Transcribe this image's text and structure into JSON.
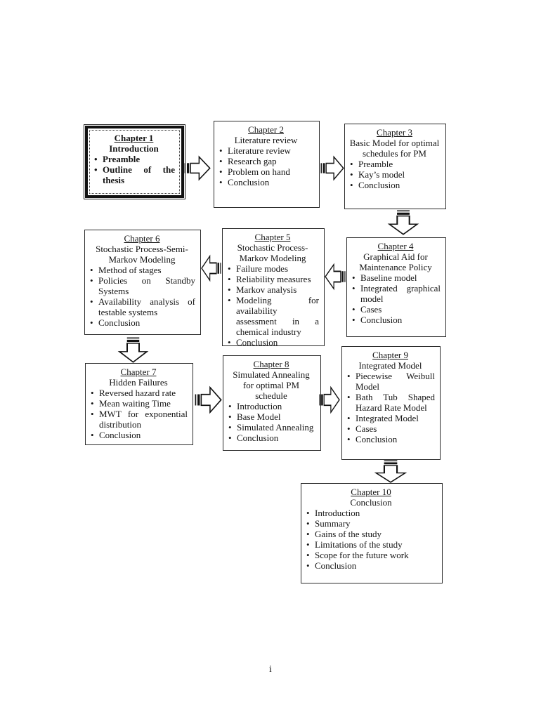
{
  "page": {
    "number": "i"
  },
  "diagram": {
    "chapters": [
      {
        "title": "Chapter 1",
        "subtitle": "Introduction",
        "bullets": [
          "Preamble",
          "Outline of the thesis"
        ]
      },
      {
        "title": "Chapter 2",
        "subtitle": "Literature review",
        "bullets": [
          "Literature review",
          "Research gap",
          "Problem on hand",
          "Conclusion"
        ]
      },
      {
        "title": "Chapter 3",
        "subtitle": "Basic Model for optimal schedules for PM",
        "bullets": [
          "Preamble",
          "Kay’s model",
          "Conclusion"
        ]
      },
      {
        "title": "Chapter 4",
        "subtitle": "Graphical Aid for Maintenance Policy",
        "bullets": [
          "Baseline model",
          "Integrated graphical model",
          "Cases",
          "Conclusion"
        ]
      },
      {
        "title": "Chapter 5",
        "subtitle": "Stochastic Process-Markov Modeling",
        "bullets": [
          "Failure modes",
          "Reliability measures",
          "Markov analysis",
          "Modeling for availability assessment in a chemical industry",
          "Conclusion"
        ]
      },
      {
        "title": "Chapter 6",
        "subtitle": "Stochastic Process-Semi-Markov Modeling",
        "bullets": [
          "Method of stages",
          "Policies on Standby Systems",
          "Availability analysis of testable systems",
          "Conclusion"
        ]
      },
      {
        "title": "Chapter 7",
        "subtitle": "Hidden Failures",
        "bullets": [
          "Reversed hazard rate",
          "Mean waiting Time",
          "MWT for exponential distribution",
          "Conclusion"
        ]
      },
      {
        "title": "Chapter 8",
        "subtitle": "Simulated Annealing for optimal PM schedule",
        "bullets": [
          "Introduction",
          "Base Model",
          "Simulated Annealing",
          "Conclusion"
        ]
      },
      {
        "title": "Chapter 9",
        "subtitle": "Integrated Model",
        "bullets": [
          "Piecewise Weibull Model",
          "Bath Tub Shaped Hazard Rate Model",
          "Integrated Model",
          "Cases",
          "Conclusion"
        ]
      },
      {
        "title": "Chapter 10",
        "subtitle": "Conclusion",
        "bullets": [
          "Introduction",
          "Summary",
          "Gains of the study",
          "Limitations of the study",
          "Scope for the future work",
          "Conclusion"
        ]
      }
    ]
  }
}
